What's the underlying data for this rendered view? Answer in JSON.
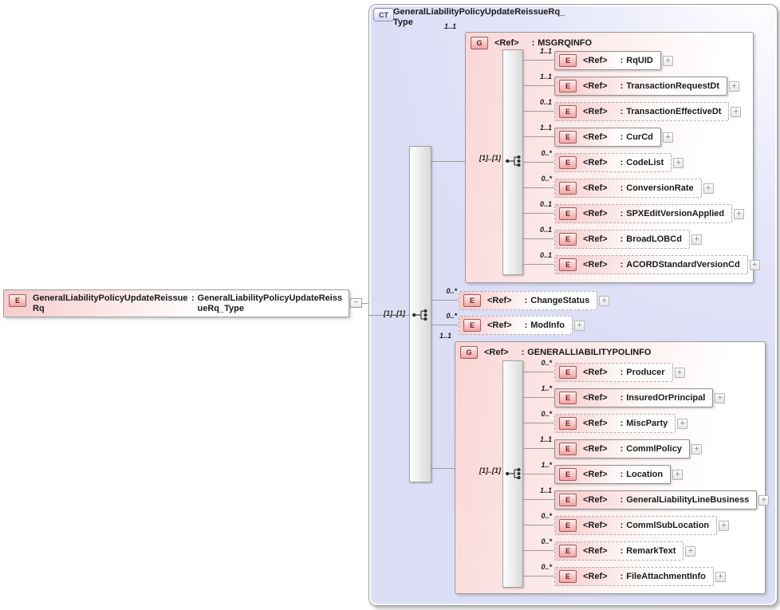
{
  "labels": {
    "ref": "<Ref>",
    "colon": ":",
    "seq_occurs": "[1]..[1]",
    "plus": "+",
    "minus": "−"
  },
  "root": {
    "badge": "E",
    "name": "GeneralLiabilityPolicyUpdateReissueRq",
    "colon": ":",
    "type": "GeneralLiabilityPolicyUpdateReissueRq_Type"
  },
  "complex_type": {
    "badge": "CT",
    "title": "GeneralLiabilityPolicyUpdateReissueRq_Type"
  },
  "groups": {
    "msgrqinfo": {
      "badge": "G",
      "cardinality": "1..1",
      "name": "MSGRQINFO"
    },
    "polinfo": {
      "badge": "G",
      "cardinality": "1..1",
      "name": "GENERALLIABILITYPOLINFO"
    }
  },
  "ct_elements": [
    {
      "badge": "E",
      "cardinality": "0..*",
      "name": "ChangeStatus",
      "optional": true
    },
    {
      "badge": "E",
      "cardinality": "0..*",
      "name": "ModInfo",
      "optional": true
    }
  ],
  "msgrqinfo_elements": [
    {
      "badge": "E",
      "cardinality": "1..1",
      "name": "RqUID",
      "optional": false
    },
    {
      "badge": "E",
      "cardinality": "1..1",
      "name": "TransactionRequestDt",
      "optional": false
    },
    {
      "badge": "E",
      "cardinality": "0..1",
      "name": "TransactionEffectiveDt",
      "optional": true
    },
    {
      "badge": "E",
      "cardinality": "1..1",
      "name": "CurCd",
      "optional": false
    },
    {
      "badge": "E",
      "cardinality": "0..*",
      "name": "CodeList",
      "optional": true
    },
    {
      "badge": "E",
      "cardinality": "0..*",
      "name": "ConversionRate",
      "optional": true
    },
    {
      "badge": "E",
      "cardinality": "0..1",
      "name": "SPXEditVersionApplied",
      "optional": true
    },
    {
      "badge": "E",
      "cardinality": "0..1",
      "name": "BroadLOBCd",
      "optional": true
    },
    {
      "badge": "E",
      "cardinality": "0..1",
      "name": "ACORDStandardVersionCd",
      "optional": true
    }
  ],
  "polinfo_elements": [
    {
      "badge": "E",
      "cardinality": "0..*",
      "name": "Producer",
      "optional": true
    },
    {
      "badge": "E",
      "cardinality": "1..*",
      "name": "InsuredOrPrincipal",
      "optional": false
    },
    {
      "badge": "E",
      "cardinality": "0..*",
      "name": "MiscParty",
      "optional": true
    },
    {
      "badge": "E",
      "cardinality": "1..1",
      "name": "CommlPolicy",
      "optional": false
    },
    {
      "badge": "E",
      "cardinality": "1..*",
      "name": "Location",
      "optional": false
    },
    {
      "badge": "E",
      "cardinality": "1..1",
      "name": "GeneralLiabilityLineBusiness",
      "optional": false
    },
    {
      "badge": "E",
      "cardinality": "0..*",
      "name": "CommlSubLocation",
      "optional": true
    },
    {
      "badge": "E",
      "cardinality": "0..*",
      "name": "RemarkText",
      "optional": true
    },
    {
      "badge": "E",
      "cardinality": "0..*",
      "name": "FileAttachmentInfo",
      "optional": true
    }
  ]
}
